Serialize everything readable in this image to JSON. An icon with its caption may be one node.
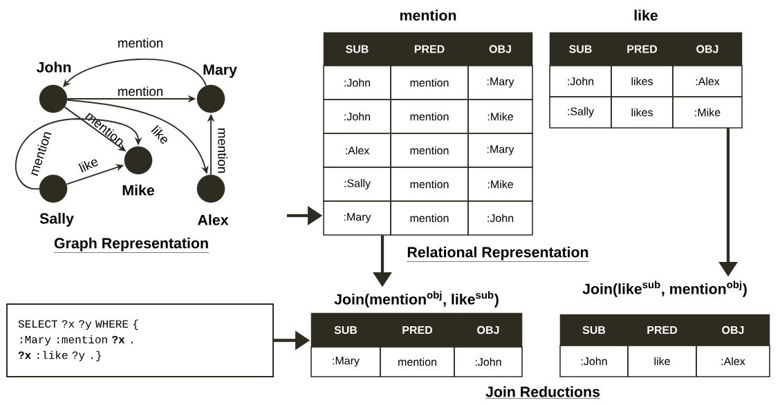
{
  "diagram": {
    "nodes": [
      {
        "text": [],
        "shape": "circle",
        "beside": [
          "John"
        ]
      },
      {
        "text": [],
        "shape": "circle",
        "beside": [
          "Mary"
        ]
      },
      {
        "text": [],
        "shape": "circle",
        "beside": [
          "Mike"
        ]
      },
      {
        "text": [],
        "shape": "circle",
        "beside": [
          "Sally"
        ]
      },
      {
        "text": [],
        "shape": "circle",
        "beside": [
          "Alex"
        ]
      },
      {
        "text": [
          "mention"
        ]
      },
      {
        "text": [
          "like"
        ]
      },
      {
        "text": [
          "SELECT ?x ?y WHERE {",
          ":Mary :mention **?x** .",
          "**?x** :like ?y .}"
        ]
      },
      {
        "text": [
          "Join(mention$^{obj}$, like$^{sub}$)"
        ]
      },
      {
        "text": [
          "Join(like$^{sub}$, mention$^{obj}$)"
        ]
      }
    ],
    "edges": [
      {
        "from": 1,
        "to": 0,
        "arrow": "to",
        "label": "mention"
      },
      {
        "from": 0,
        "to": 1,
        "arrow": "to",
        "label": "mention"
      },
      {
        "from": 0,
        "to": 2,
        "arrow": "to",
        "label": "mention"
      },
      {
        "from": 0,
        "to": 4,
        "arrow": "to",
        "label": "like"
      },
      {
        "from": 4,
        "to": 1,
        "arrow": "to",
        "label": "mention"
      },
      {
        "from": 3,
        "to": 2,
        "arrow": "to",
        "label": "like"
      },
      {
        "from": 3,
        "to": 2,
        "arrow": "to",
        "label": "mention"
      },
      {
        "from": null,
        "to": 5,
        "arrow": "to",
        "style": "thick"
      },
      {
        "from": 5,
        "to": 8,
        "arrow": "to",
        "style": "thick"
      },
      {
        "from": 6,
        "to": 9,
        "arrow": "to",
        "style": "thick"
      },
      {
        "from": 7,
        "to": 8,
        "arrow": "to",
        "style": "thick"
      }
    ],
    "labels": [
      "SUB",
      "PRED",
      "OBJ",
      ":John",
      "mention",
      ":Mary",
      ":John",
      "mention",
      ":Mike",
      ":Alex",
      "mention",
      ":Mary",
      ":Sally",
      "mention",
      ":Mike",
      ":Mary",
      "mention",
      ":John",
      "SUB",
      "PRED",
      "OBJ",
      ":John",
      "likes",
      ":Alex",
      ":Sally",
      "likes",
      ":Mike",
      "Graph Representation",
      "Relational Representation",
      "SUB",
      "PRED",
      "OBJ",
      ":Mary",
      "mention",
      ":John",
      "SUB",
      "PRED",
      "OBJ",
      ":John",
      "like",
      ":Alex",
      "Join Reductions"
    ]
  }
}
